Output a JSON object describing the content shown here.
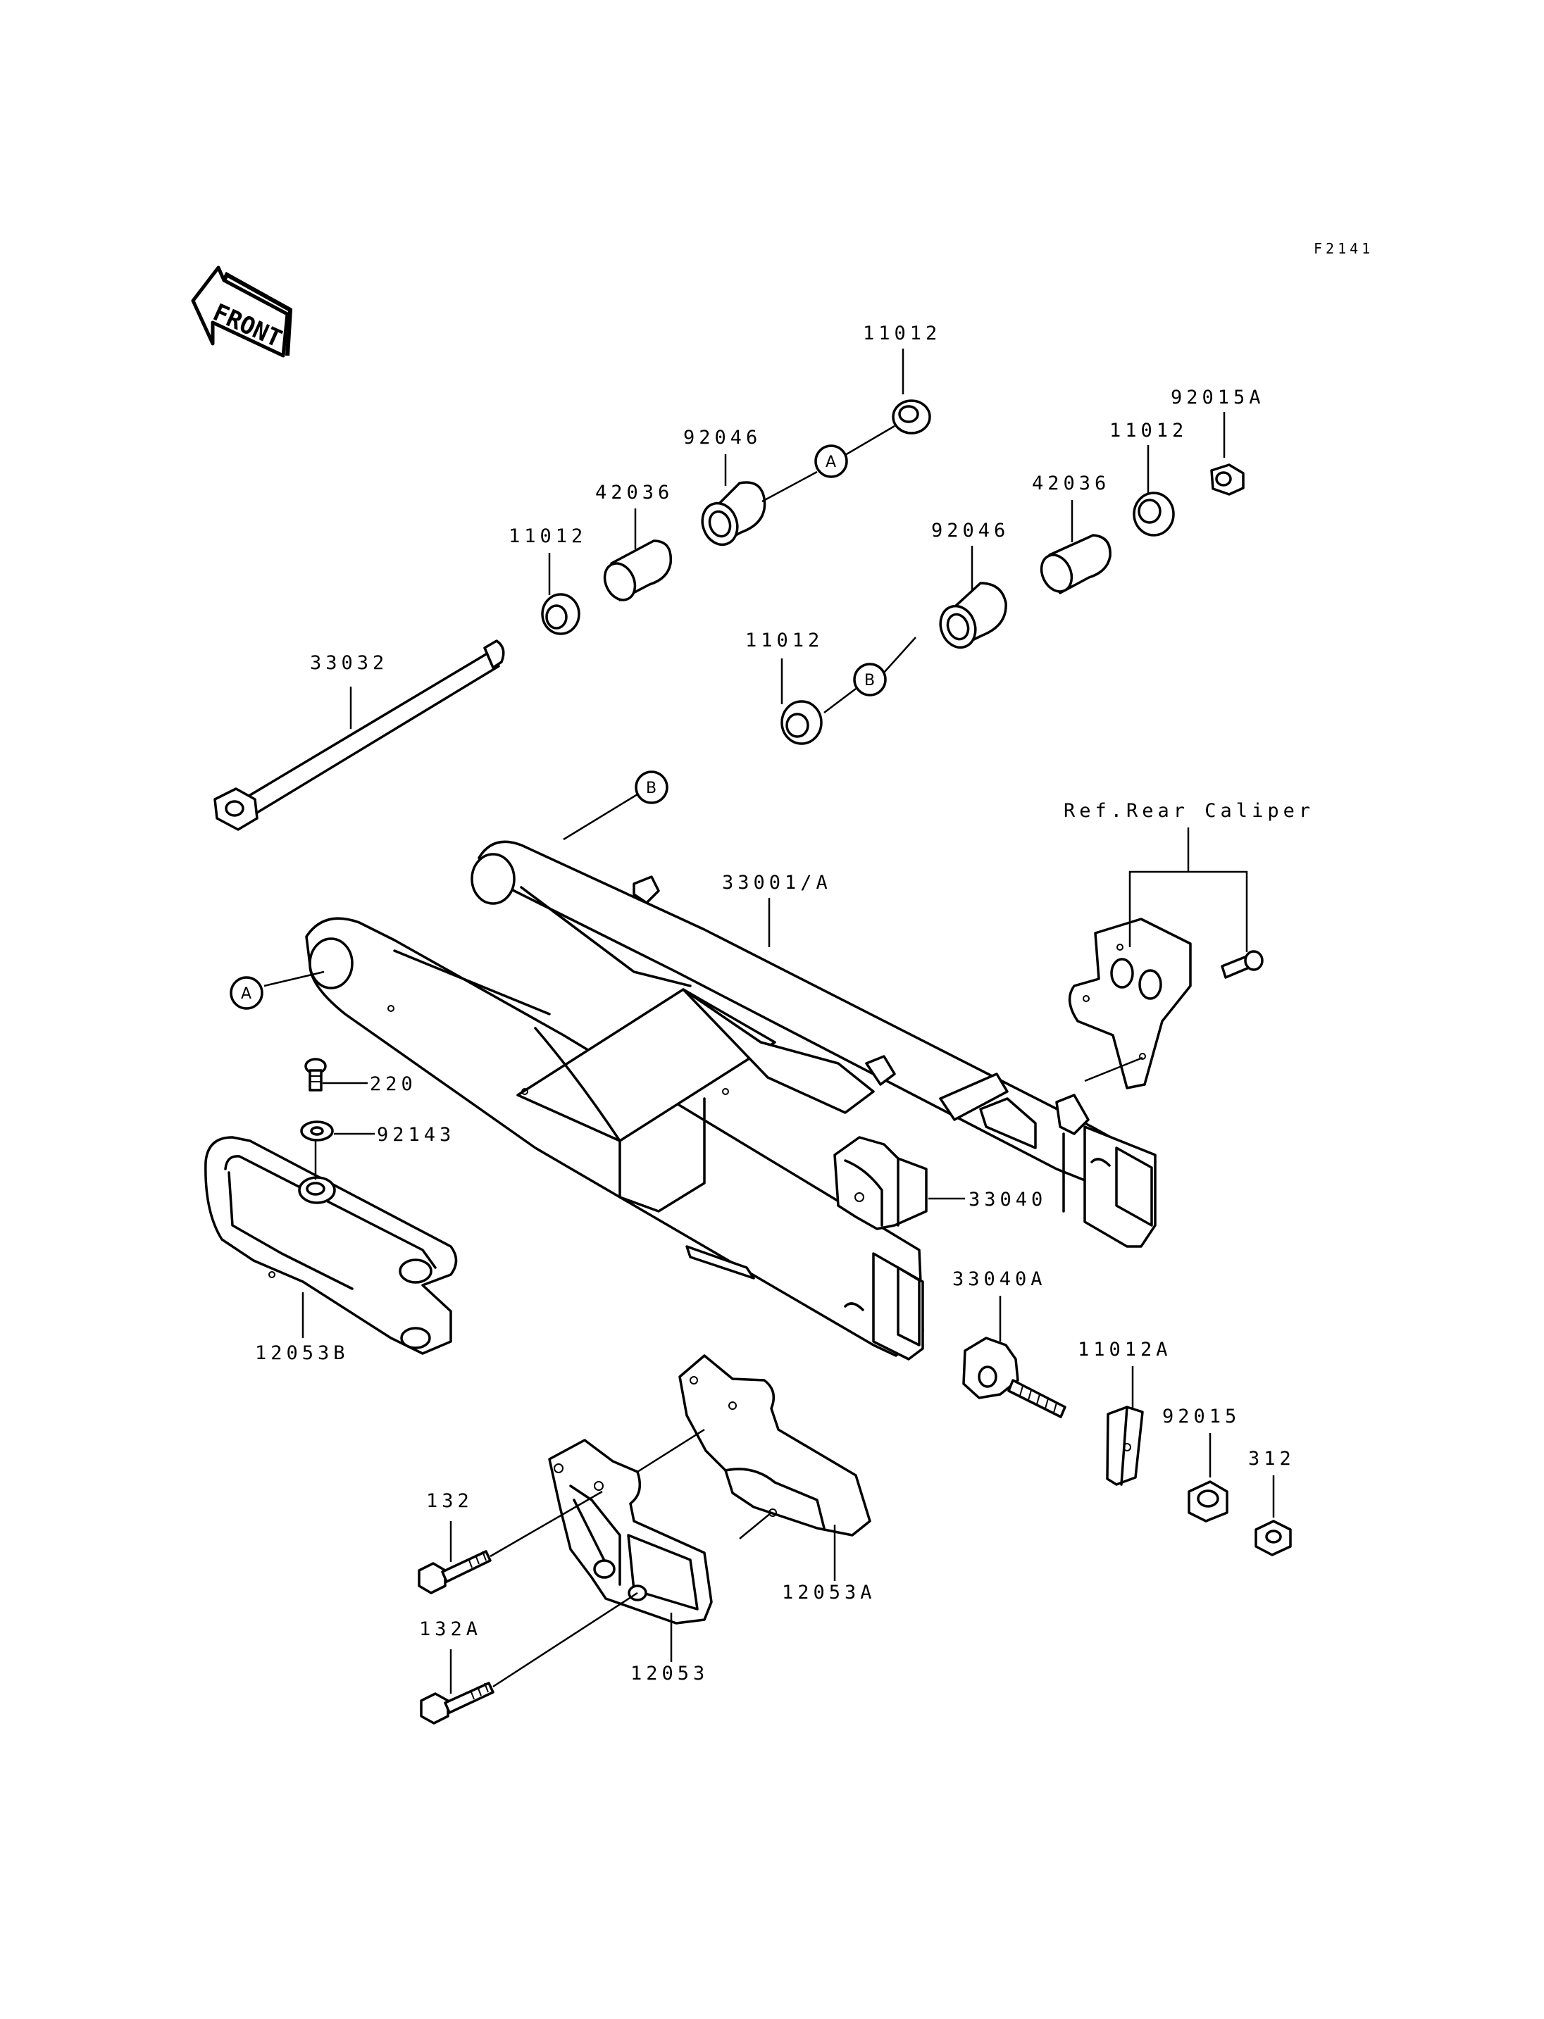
{
  "figure_code": "F2141",
  "front_arrow_text": "FRONT",
  "reference_note": "Ref.Rear Caliper",
  "circle_markers": {
    "a": "A",
    "b": "B"
  },
  "part_labels": {
    "collar_11012_top": "11012",
    "nut_92015A": "92015A",
    "bearing_92046_left": "92046",
    "sleeve_42036_left": "42036",
    "collar_11012_left": "11012",
    "collar_11012_right": "11012",
    "sleeve_42036_right": "42036",
    "bearing_92046_right": "92046",
    "collar_11012_lower": "11012",
    "axle_33032": "33032",
    "swingarm_33001A": "33001/A",
    "bolt_220": "220",
    "washer_92143": "92143",
    "chain_slipper_12053B": "12053B",
    "block_33040": "33040",
    "adjuster_33040A": "33040A",
    "plate_11012A": "11012A",
    "nut_92015": "92015",
    "nut_312": "312",
    "bolt_132": "132",
    "bolt_132A": "132A",
    "chain_guide_12053A": "12053A",
    "chain_guide_12053": "12053"
  }
}
